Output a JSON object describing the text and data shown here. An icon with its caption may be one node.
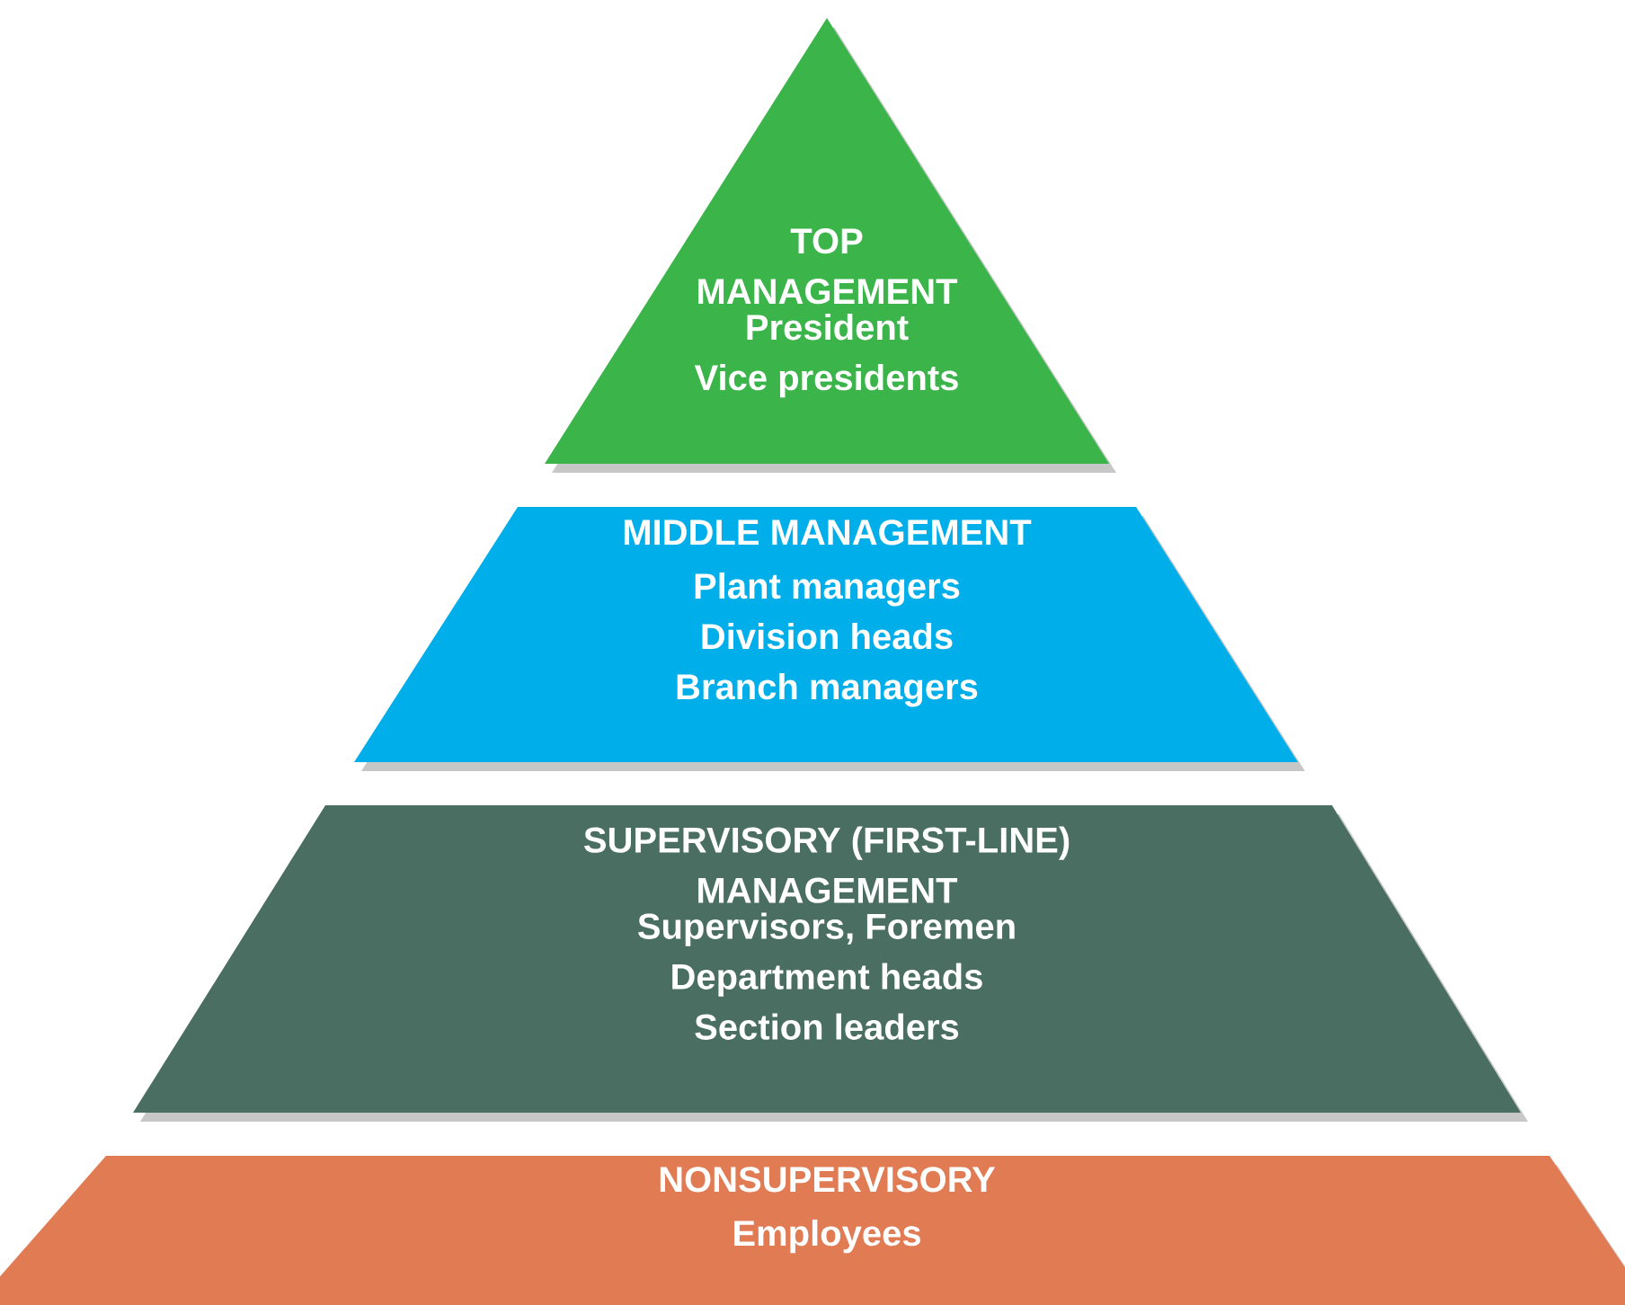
{
  "diagram": {
    "nodes": [
      {
        "text": [
          "TOP MANAGEMENT",
          "President",
          "Vice presidents"
        ]
      },
      {
        "text": [
          "MIDDLE MANAGEMENT",
          "Plant managers",
          "Division heads",
          "Branch managers"
        ]
      },
      {
        "text": [
          "SUPERVISORY (FIRST-LINE) MANAGEMENT",
          "Supervisors, Foremen",
          "Department heads",
          "Section leaders"
        ]
      },
      {
        "text": [
          "NONSUPERVISORY",
          "Employees"
        ]
      }
    ]
  }
}
